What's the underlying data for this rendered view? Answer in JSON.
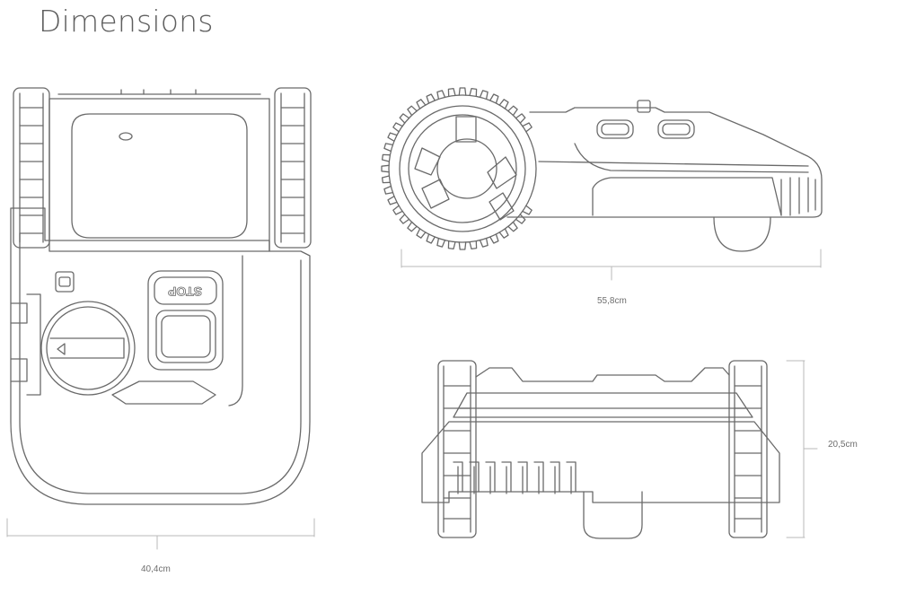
{
  "title": "Dimensions",
  "dimensions": {
    "width": "40,4cm",
    "length": "55,8cm",
    "height": "20,5cm"
  },
  "views": {
    "top": {
      "stop_label": "STOP"
    }
  },
  "colors": {
    "line": "#6a6a6a",
    "dim_line": "#b8b8b8",
    "title": "#5f5f5f"
  }
}
